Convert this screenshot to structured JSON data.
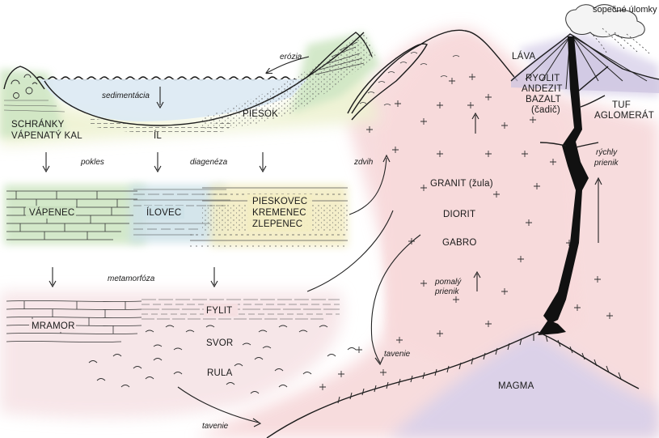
{
  "colors": {
    "sediment_green": "#cfe6c4",
    "sediment_yellow": "#f3edc4",
    "sediment_blue": "#cbe0ea",
    "granite_pink": "#f7dede",
    "magma_lavender": "#dcd3ea",
    "metamorphic_pink": "#f6dfe2",
    "water_blue": "#d6e7f4",
    "volcano_purple": "#c9c0dd",
    "ink": "#1a1a1a"
  },
  "labels": {
    "schranky": "SCHRÁNKY",
    "vapenaty_kal": "VÁPENATÝ KAL",
    "il": "ÍL",
    "piesok": "PIESOK",
    "sedimentacia": "sedimentácia",
    "erozia": "erózia",
    "pokles": "pokles",
    "diageneza": "diagenéza",
    "zdvih": "zdvih",
    "vapenec": "VÁPENEC",
    "ilovec": "ÍLOVEC",
    "pieskovec": "PIESKOVEC",
    "kremenec": "KREMENEC",
    "zlepenec": "ZLEPENEC",
    "metamorfoza": "metamorfóza",
    "fylit": "FYLIT",
    "mramor": "MRAMOR",
    "svor": "SVOR",
    "rula": "RULA",
    "tavenie_bottom": "tavenie",
    "tavenie_mid": "tavenie",
    "granit": "GRANIT (žula)",
    "diorit": "DIORIT",
    "gabro": "GABRO",
    "pomaly": "pomalý",
    "prienik_slow": "prienik",
    "rychly": "rýchly",
    "prienik_fast": "prienik",
    "magma": "MAGMA",
    "lava": "LÁVA",
    "sopecne_ulomky": "sopečné úlomky",
    "ryolit": "RYOLIT",
    "andezit": "ANDEZIT",
    "bazalt": "BAZALT",
    "cadic": "(čadič)",
    "tuf": "TUF",
    "aglomerat": "AGLOMERÁT"
  }
}
